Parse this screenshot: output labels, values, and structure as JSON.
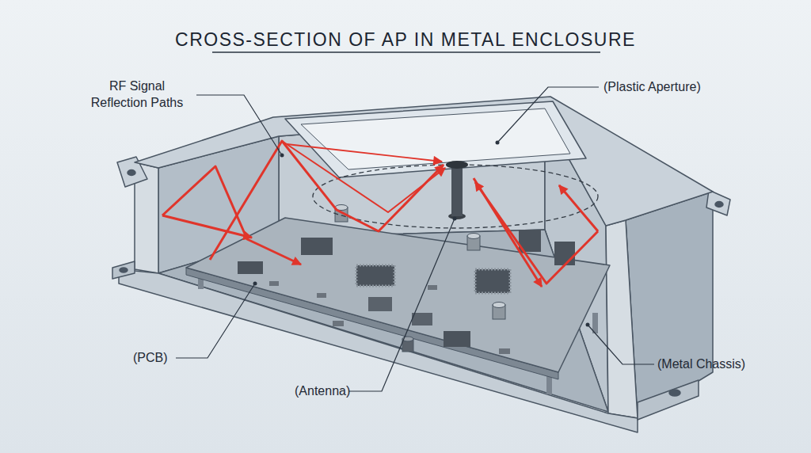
{
  "diagram": {
    "title": "CROSS-SECTION OF AP IN METAL ENCLOSURE",
    "labels": [
      "RF Signal Reflection Paths",
      "(Plastic Aperture)",
      "(PCB)",
      "(Antenna)",
      "(Metal Chassis)"
    ]
  }
}
